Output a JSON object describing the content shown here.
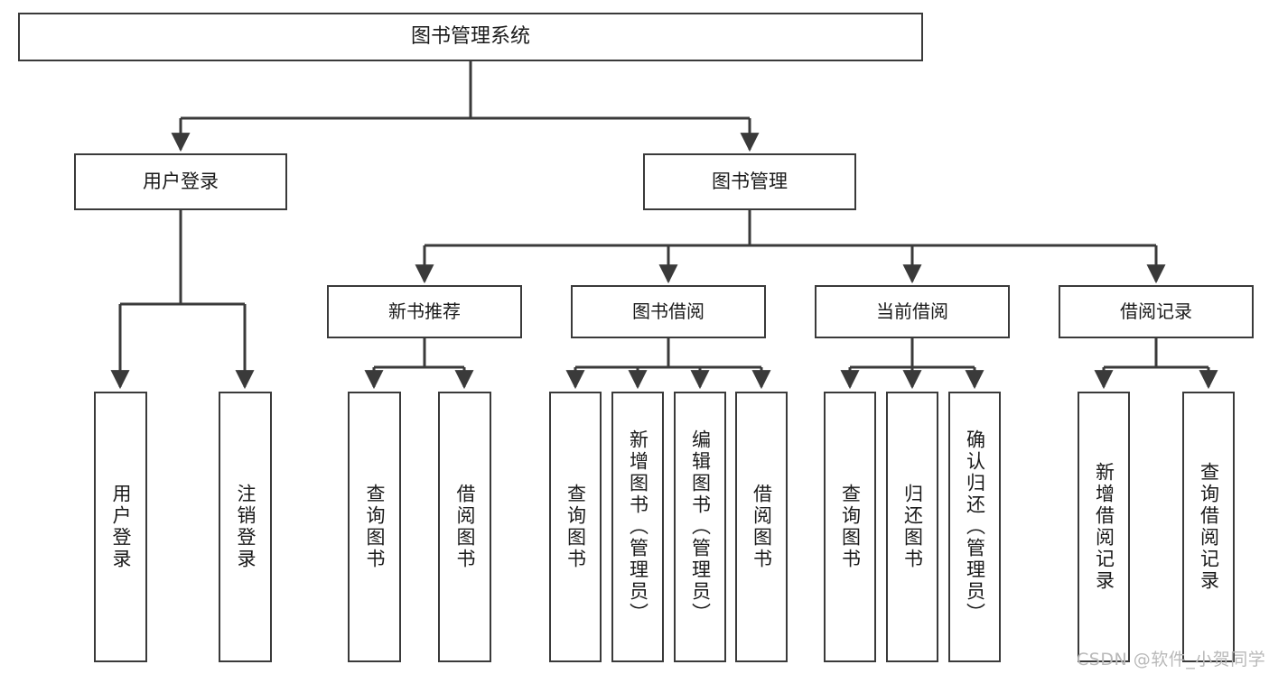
{
  "diagram": {
    "title": "图书管理系统",
    "watermark": "CSDN @软件_小贺同学",
    "colors": {
      "stroke": "#3a3a3a",
      "fill": "#ffffff",
      "background": "#ffffff",
      "watermark": "#b9b9b9"
    },
    "root": {
      "label": "图书管理系统"
    },
    "level1": [
      {
        "label": "用户登录"
      },
      {
        "label": "图书管理"
      }
    ],
    "level2": [
      {
        "label": "新书推荐"
      },
      {
        "label": "图书借阅"
      },
      {
        "label": "当前借阅"
      },
      {
        "label": "借阅记录"
      }
    ],
    "leaves": {
      "user_login": [
        {
          "label": "用户登录"
        },
        {
          "label": "注销登录"
        }
      ],
      "new_book": [
        {
          "label": "查询图书"
        },
        {
          "label": "借阅图书"
        }
      ],
      "book_borrow": [
        {
          "label": "查询图书"
        },
        {
          "label": "新增图书（管理员）"
        },
        {
          "label": "编辑图书（管理员）"
        },
        {
          "label": "借阅图书"
        }
      ],
      "current_borrow": [
        {
          "label": "查询图书"
        },
        {
          "label": "归还图书"
        },
        {
          "label": "确认归还（管理员）"
        }
      ],
      "borrow_record": [
        {
          "label": "新增借阅记录"
        },
        {
          "label": "查询借阅记录"
        }
      ]
    }
  }
}
